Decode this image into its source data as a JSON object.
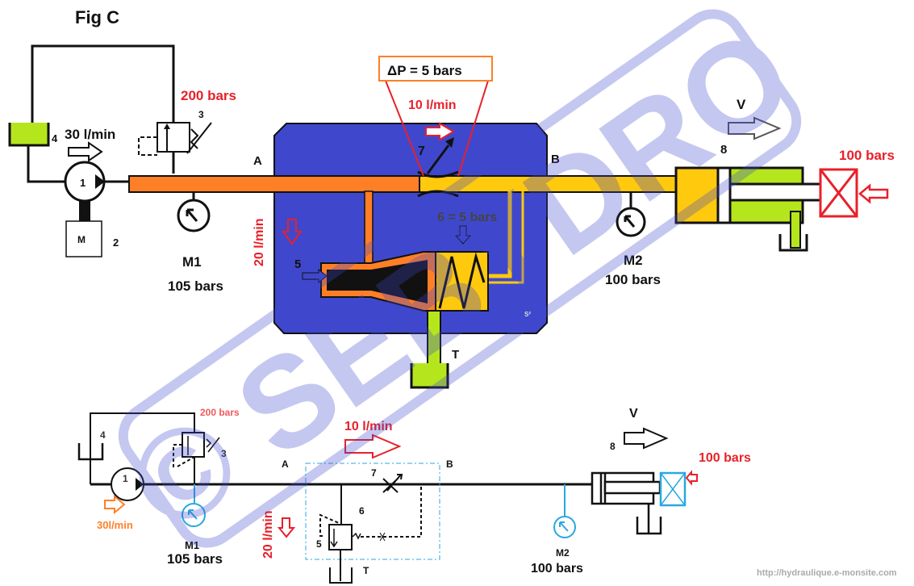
{
  "title": "Fig C",
  "watermark": "© SEBYDRO",
  "credit": "http://hydraulique.e-monsite.com",
  "colors": {
    "pressure_line": "#ff7f27",
    "load_line": "#ffc90e",
    "return_line": "#b5e61d",
    "block": "#3f48cc",
    "accent": "#e8202a",
    "gauge_blue": "#29a8e0"
  },
  "top": {
    "pump_num": "1",
    "motor_label": "M",
    "motor_num": "2",
    "relief_num": "3",
    "tank_num": "4",
    "comp_num": "5",
    "comp_spring": "6 = 5 bars",
    "throttle_num": "7",
    "cyl_num": "8",
    "pump_flow": "30 l/min",
    "relief_pressure": "200 bars",
    "delta_p": "ΔP = 5 bars",
    "throttle_flow": "10 l/min",
    "bypass_flow": "20 l/min",
    "port_a": "A",
    "port_b": "B",
    "tank_t": "T",
    "m1": "M1",
    "m1_value": "105 bars",
    "m2": "M2",
    "m2_value": "100 bars",
    "velocity": "V",
    "load": "100 bars",
    "signature": "S²"
  },
  "bottom": {
    "pump_num": "1",
    "relief_num": "3",
    "tank_num": "4",
    "comp_num": "5",
    "spring_num": "6",
    "throttle_num": "7",
    "cyl_num": "8",
    "relief_pressure": "200 bars",
    "pump_flow": "30l/min",
    "throttle_flow": "10 l/min",
    "bypass_flow": "20 l/min",
    "port_a": "A",
    "port_b": "B",
    "tank_t": "T",
    "m1": "M1",
    "m1_value": "105 bars",
    "m2": "M2",
    "m2_value": "100 bars",
    "velocity": "V",
    "load": "100 bars"
  }
}
